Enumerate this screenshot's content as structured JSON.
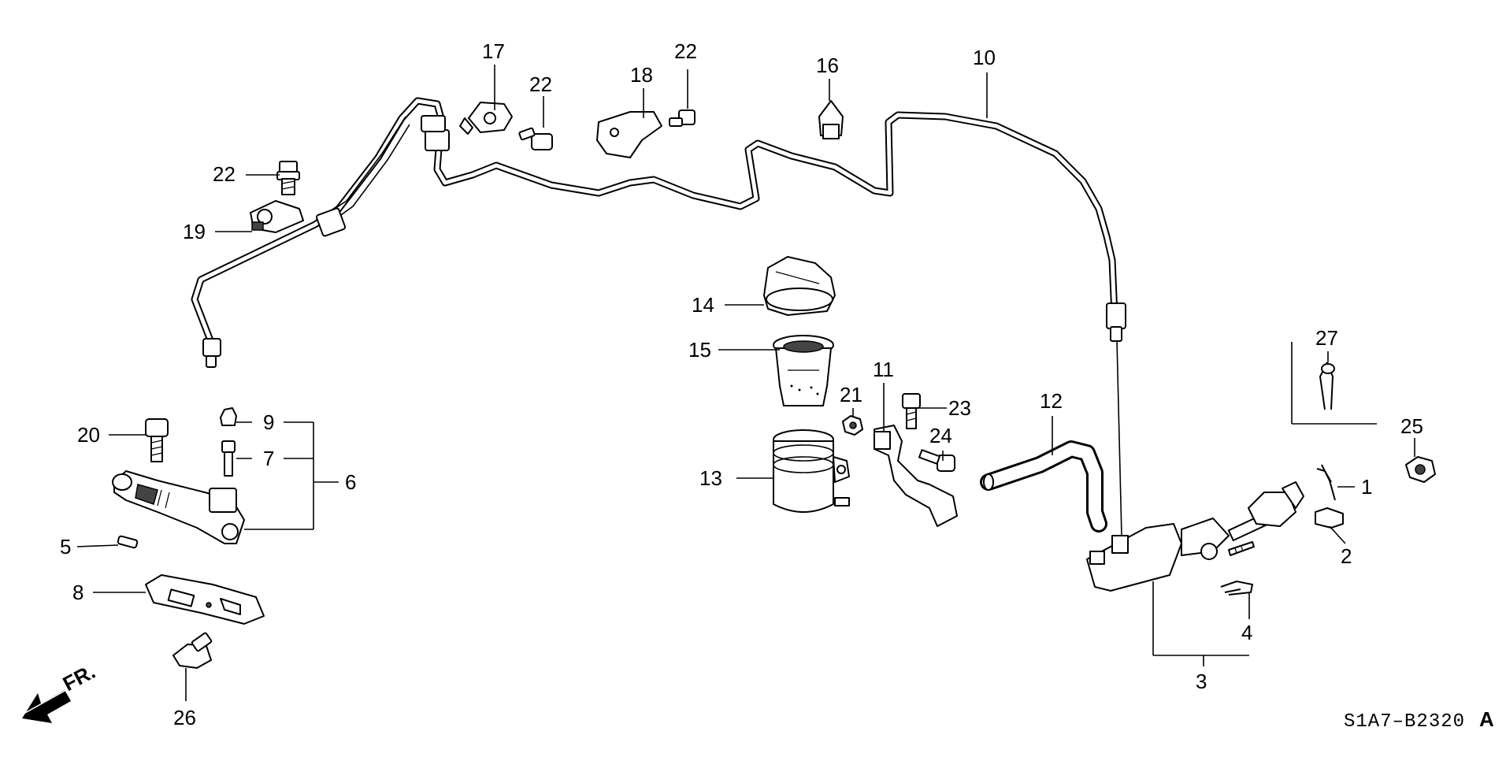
{
  "figure_code": "S1A7–B2320",
  "figure_suffix": "A",
  "direction_label": "FR.",
  "callouts": [
    {
      "id": "c1",
      "label": "1"
    },
    {
      "id": "c2",
      "label": "2"
    },
    {
      "id": "c3",
      "label": "3"
    },
    {
      "id": "c4",
      "label": "4"
    },
    {
      "id": "c5",
      "label": "5"
    },
    {
      "id": "c6",
      "label": "6"
    },
    {
      "id": "c7",
      "label": "7"
    },
    {
      "id": "c8",
      "label": "8"
    },
    {
      "id": "c9",
      "label": "9"
    },
    {
      "id": "c10",
      "label": "10"
    },
    {
      "id": "c11",
      "label": "11"
    },
    {
      "id": "c12",
      "label": "12"
    },
    {
      "id": "c13",
      "label": "13"
    },
    {
      "id": "c14",
      "label": "14"
    },
    {
      "id": "c15",
      "label": "15"
    },
    {
      "id": "c16",
      "label": "16"
    },
    {
      "id": "c17",
      "label": "17"
    },
    {
      "id": "c18",
      "label": "18"
    },
    {
      "id": "c19",
      "label": "19"
    },
    {
      "id": "c20",
      "label": "20"
    },
    {
      "id": "c21",
      "label": "21"
    },
    {
      "id": "c22a",
      "label": "22"
    },
    {
      "id": "c22b",
      "label": "22"
    },
    {
      "id": "c22c",
      "label": "22"
    },
    {
      "id": "c23",
      "label": "23"
    },
    {
      "id": "c24",
      "label": "24"
    },
    {
      "id": "c25",
      "label": "25"
    },
    {
      "id": "c26",
      "label": "26"
    },
    {
      "id": "c27",
      "label": "27"
    }
  ]
}
